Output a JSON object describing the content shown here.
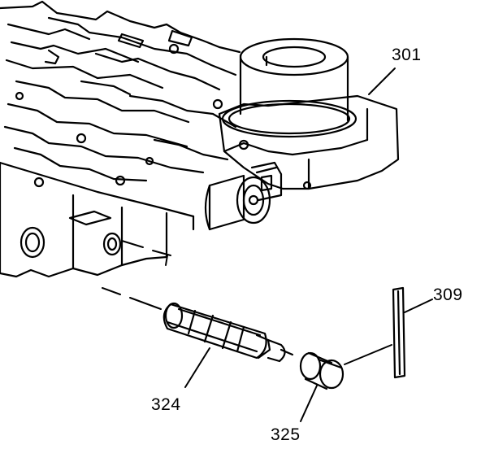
{
  "callouts": {
    "valve_body": "301",
    "retainer_pin": "309",
    "solenoid_filter": "324",
    "plug": "325"
  },
  "colors": {
    "line": "#000000",
    "background": "#ffffff"
  }
}
